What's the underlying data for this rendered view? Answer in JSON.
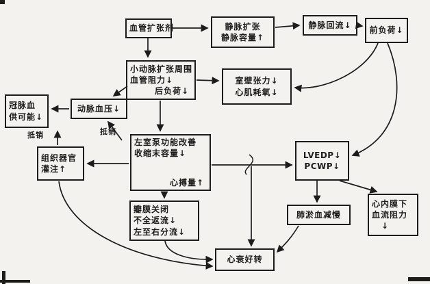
{
  "page": {
    "background": "#f4f2ee",
    "ink": "#1c1c1c"
  },
  "nodes": {
    "vasodilator": {
      "l1": "血管扩张剂"
    },
    "venous_dilation": {
      "l1": "静脉扩张",
      "l2": "静脉容量↑"
    },
    "venous_return": {
      "l1": "静脉回流↓"
    },
    "preload": {
      "l1": "前负荷↓"
    },
    "arteriolar": {
      "l1": "小动脉扩张周围",
      "l2": "血管阻力↓",
      "l3": "后负荷↓"
    },
    "wall_tension": {
      "l1": "室壁张力↓",
      "l2": "心肌耗氧↓"
    },
    "arterial_bp": {
      "l1": "动脉血压↓"
    },
    "coronary": {
      "l1": "冠脉血",
      "l2": "供可能↓"
    },
    "perfusion": {
      "l1": "组织器官",
      "l2": "灌注↑"
    },
    "lv_pump": {
      "l1": "左室泵功能改善",
      "l2": "收缩末容量↓",
      "l3": "心搏量↑"
    },
    "lvedp": {
      "l1": "LVEDP↓",
      "l2": "PCWP↓"
    },
    "valve": {
      "l1": "瓣膜关闭",
      "l2": "不全返流↓",
      "l3": "左至右分流↓"
    },
    "pulmonary": {
      "l1": "肺淤血减慢"
    },
    "subendocardial": {
      "l1": "心内膜下",
      "l2": "血流阻力",
      "l3": "↓"
    },
    "hf_improve": {
      "l1": "心衰好转"
    }
  },
  "labels": {
    "offset_left": "抵销",
    "offset_mid": "抵销"
  }
}
